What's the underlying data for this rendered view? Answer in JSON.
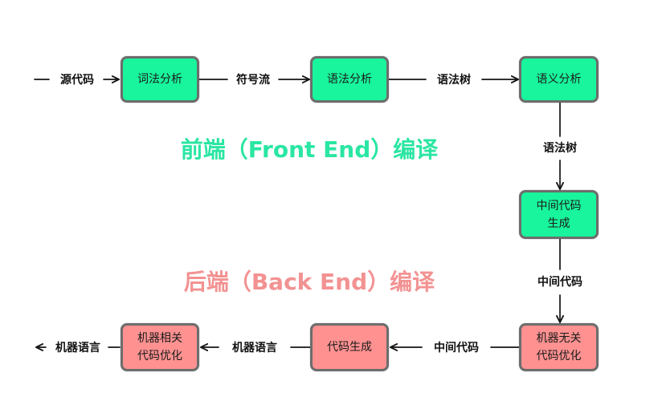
{
  "colors": {
    "frontend_fill": "#18f59c",
    "backend_fill": "#ff9191",
    "frontend_title": "#2ae6a2",
    "backend_title": "#f39292",
    "node_border": "#6d6d6d",
    "connector": "#141414"
  },
  "titles": {
    "frontend": "前端（Front End）编译",
    "backend": "后端（Back End）编译"
  },
  "nodes": [
    {
      "lines": [
        "词法分析"
      ]
    },
    {
      "lines": [
        "语法分析"
      ]
    },
    {
      "lines": [
        "语义分析"
      ]
    },
    {
      "lines": [
        "中间代码",
        "生成"
      ]
    },
    {
      "lines": [
        "机器无关",
        "代码优化"
      ]
    },
    {
      "lines": [
        "代码生成"
      ]
    },
    {
      "lines": [
        "机器相关",
        "代码优化"
      ]
    }
  ],
  "edges": [
    {
      "label": "源代码"
    },
    {
      "label": "符号流"
    },
    {
      "label": "语法树"
    },
    {
      "label": "语法树"
    },
    {
      "label": "中间代码"
    },
    {
      "label": "中间代码"
    },
    {
      "label": "机器语言"
    },
    {
      "label": "机器语言"
    }
  ]
}
